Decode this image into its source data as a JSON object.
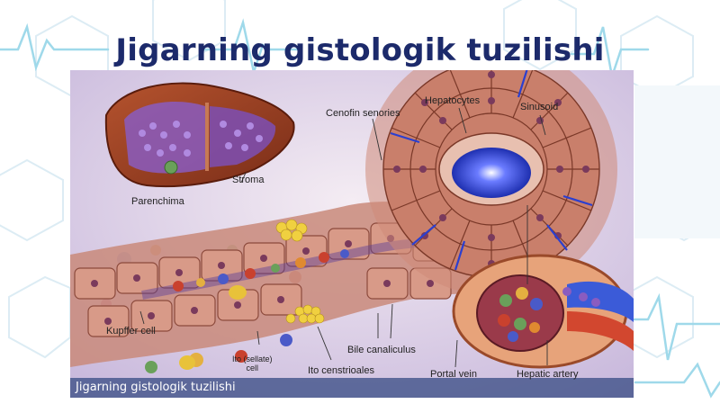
{
  "slide": {
    "title": "Jigarning gistologik tuzilishi",
    "colors": {
      "title": "#1c2a6b",
      "decoration": "#8fd3e6",
      "caption_bg": "#3c4f86"
    }
  },
  "figure": {
    "labels": {
      "cenofin": "Cenofin senories",
      "hepatocytes": "Hepatocytes",
      "sinusoid": "Sinusoid",
      "stroma": "Stroma",
      "parenchima": "Parenchima",
      "kupffer": "Kupffer cell",
      "ito_line1": "Ito (sellate)",
      "ito_line2": "cell",
      "bile": "Bile canaliculus",
      "ito_centrioles": "Ito censtrioales",
      "portal": "Portal vein",
      "hepatic_artery": "Hepatic artery"
    },
    "caption": "Jigarning gistologik tuzilishi"
  }
}
